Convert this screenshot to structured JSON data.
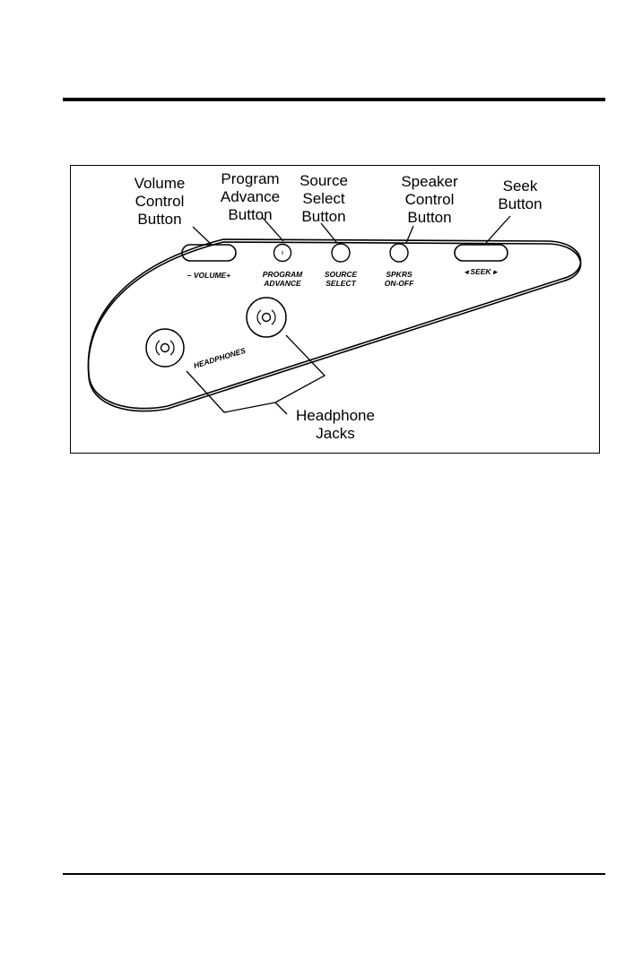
{
  "diagram": {
    "callouts": {
      "volume": [
        "Volume",
        "Control",
        "Button"
      ],
      "program": [
        "Program",
        "Advance",
        "Button"
      ],
      "source": [
        "Source",
        "Select",
        "Button"
      ],
      "speaker": [
        "Speaker",
        "Control",
        "Button"
      ],
      "seek": [
        "Seek",
        "Button"
      ],
      "headphone": [
        "Headphone",
        "Jacks"
      ]
    },
    "panel_labels": {
      "volume": "– VOLUME+",
      "program": [
        "PROGRAM",
        "ADVANCE"
      ],
      "source": [
        "SOURCE",
        "SELECT"
      ],
      "speakers": [
        "SPKRS",
        "ON-OFF"
      ],
      "seek": "◂ SEEK ▸",
      "headphones": "HEADPHONES"
    }
  }
}
